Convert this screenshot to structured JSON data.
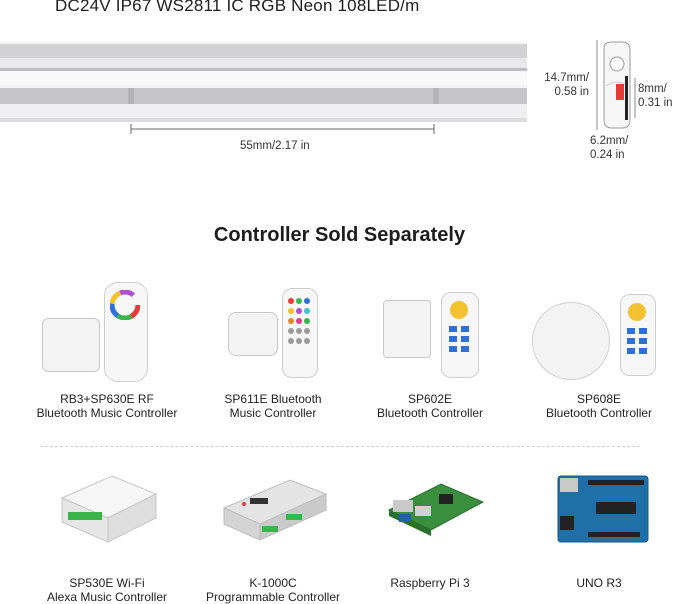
{
  "header": {
    "title": "DC24V IP67 WS2811 IC RGB Neon 108LED/m",
    "width_label": "55mm/2.17 in",
    "height_label": "14.7mm/\n0.58 in",
    "inner_label": "8mm/\n0.31 in",
    "depth_label": "6.2mm/\n0.24 in"
  },
  "section": {
    "title": "Controller Sold Separately"
  },
  "products": [
    {
      "name_line1": "RB3+SP630E RF",
      "name_line2": "Bluetooth Music Controller"
    },
    {
      "name_line1": "SP611E Bluetooth",
      "name_line2": "Music Controller"
    },
    {
      "name_line1": "SP602E",
      "name_line2": "Bluetooth Controller"
    },
    {
      "name_line1": "SP608E",
      "name_line2": "Bluetooth Controller"
    },
    {
      "name_line1": "SP530E Wi-Fi",
      "name_line2": "Alexa Music Controller"
    },
    {
      "name_line1": "K-1000C",
      "name_line2": "Programmable Controller"
    },
    {
      "name_line1": "Raspberry Pi 3",
      "name_line2": ""
    },
    {
      "name_line1": "UNO R3",
      "name_line2": ""
    }
  ],
  "colors": {
    "strip_light": "#e9e9ea",
    "strip_dark": "#b9b9bd",
    "led_red": "#e53a3a",
    "pcb_green": "#2f8f3a",
    "arduino_blue": "#1f6fa8"
  }
}
